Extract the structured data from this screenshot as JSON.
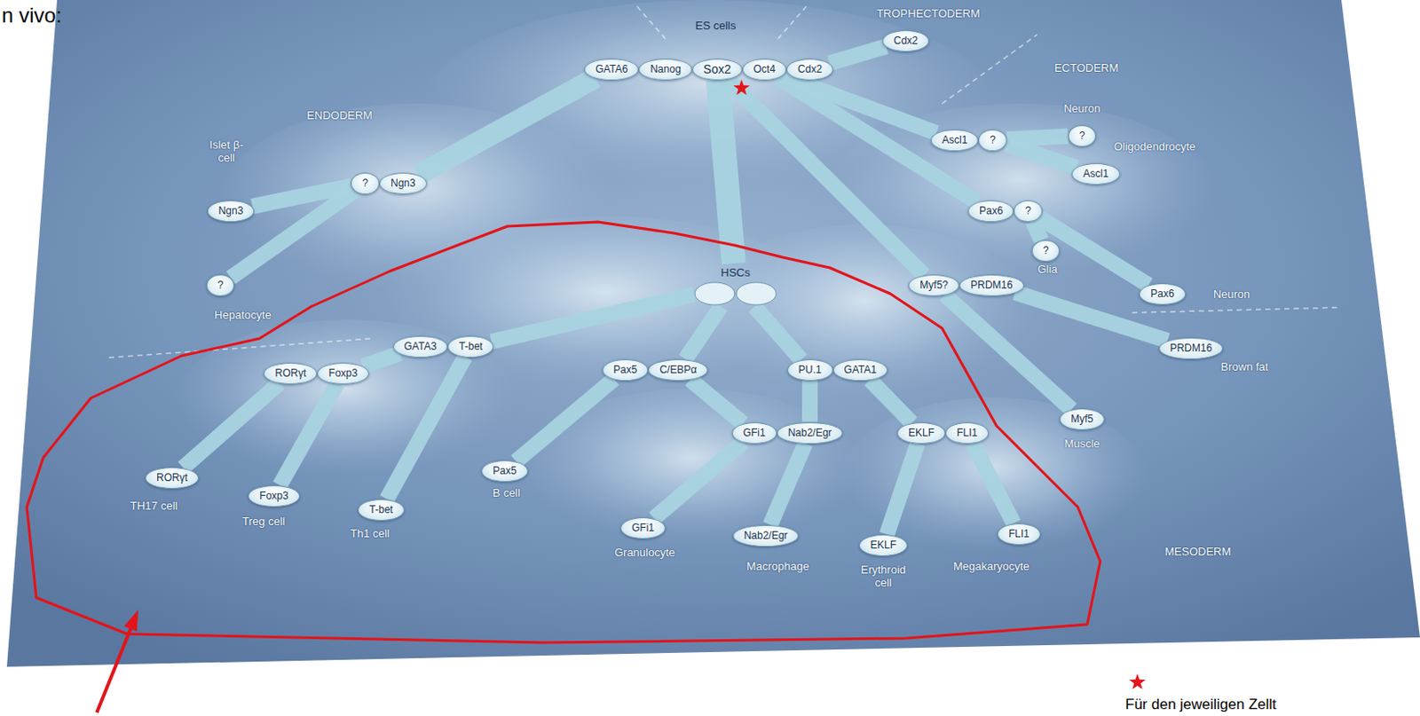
{
  "diagram": {
    "nodes": [
      {
        "text": [
          "GATA6"
        ]
      },
      {
        "text": [
          "Nanog"
        ]
      },
      {
        "text": [
          "Sox2"
        ]
      },
      {
        "text": [
          "Oct4"
        ]
      },
      {
        "text": [
          "Cdx2"
        ]
      },
      {
        "text": [
          "Cdx2"
        ]
      },
      {
        "text": [
          "?"
        ]
      },
      {
        "text": [
          "Ngn3"
        ]
      },
      {
        "text": [
          "Ngn3"
        ]
      },
      {
        "text": [
          "?"
        ]
      },
      {
        "text": [
          "Ascl1"
        ]
      },
      {
        "text": [
          "?"
        ]
      },
      {
        "text": [
          "?"
        ]
      },
      {
        "text": [
          "Ascl1"
        ]
      },
      {
        "text": [
          "Pax6"
        ]
      },
      {
        "text": [
          "?"
        ]
      },
      {
        "text": [
          "?"
        ]
      },
      {
        "text": [
          "Pax6"
        ]
      },
      {
        "text": [
          "HSCs"
        ]
      },
      {
        "text": [
          "Myf5?"
        ]
      },
      {
        "text": [
          "PRDM16"
        ]
      },
      {
        "text": [
          "PRDM16"
        ]
      },
      {
        "text": [
          "Myf5"
        ]
      },
      {
        "text": [
          "GATA3"
        ]
      },
      {
        "text": [
          "T-bet"
        ]
      },
      {
        "text": [
          "RORγt"
        ]
      },
      {
        "text": [
          "Foxp3"
        ]
      },
      {
        "text": [
          "Pax5"
        ]
      },
      {
        "text": [
          "C/EBPα"
        ]
      },
      {
        "text": [
          "PU.1"
        ]
      },
      {
        "text": [
          "GATA1"
        ]
      },
      {
        "text": [
          "GFi1"
        ]
      },
      {
        "text": [
          "Nab2/Egr"
        ]
      },
      {
        "text": [
          "EKLF"
        ]
      },
      {
        "text": [
          "FLI1"
        ]
      },
      {
        "text": [
          "RORγt"
        ]
      },
      {
        "text": [
          "Foxp3"
        ]
      },
      {
        "text": [
          "T-bet"
        ]
      },
      {
        "text": [
          "Pax5"
        ]
      },
      {
        "text": [
          "GFi1"
        ]
      },
      {
        "text": [
          "Nab2/Egr"
        ]
      },
      {
        "text": [
          "EKLF"
        ]
      },
      {
        "text": [
          "FLI1"
        ]
      }
    ],
    "edges": [
      {
        "from": 0,
        "to": 7,
        "arrow": "none"
      },
      {
        "from": 6,
        "to": 8,
        "arrow": "none"
      },
      {
        "from": 6,
        "to": 9,
        "arrow": "none"
      },
      {
        "from": 4,
        "to": 5,
        "arrow": "none"
      },
      {
        "from": 3,
        "to": 10,
        "arrow": "none"
      },
      {
        "from": 11,
        "to": 12,
        "arrow": "none"
      },
      {
        "from": 11,
        "to": 13,
        "arrow": "none"
      },
      {
        "from": 3,
        "to": 14,
        "arrow": "none"
      },
      {
        "from": 15,
        "to": 16,
        "arrow": "none"
      },
      {
        "from": 15,
        "to": 17,
        "arrow": "none"
      },
      {
        "from": 2,
        "to": 18,
        "arrow": "none"
      },
      {
        "from": 2,
        "to": 19,
        "arrow": "none"
      },
      {
        "from": 20,
        "to": 21,
        "arrow": "none"
      },
      {
        "from": 19,
        "to": 22,
        "arrow": "none"
      },
      {
        "from": 18,
        "to": 24,
        "arrow": "none"
      },
      {
        "from": 18,
        "to": 28,
        "arrow": "none"
      },
      {
        "from": 18,
        "to": 29,
        "arrow": "none"
      },
      {
        "from": 23,
        "to": 26,
        "arrow": "none"
      },
      {
        "from": 25,
        "to": 35,
        "arrow": "none"
      },
      {
        "from": 26,
        "to": 36,
        "arrow": "none"
      },
      {
        "from": 24,
        "to": 37,
        "arrow": "none"
      },
      {
        "from": 27,
        "to": 38,
        "arrow": "none"
      },
      {
        "from": 28,
        "to": 31,
        "arrow": "none"
      },
      {
        "from": 29,
        "to": 32,
        "arrow": "none"
      },
      {
        "from": 30,
        "to": 33,
        "arrow": "none"
      },
      {
        "from": 31,
        "to": 39,
        "arrow": "none"
      },
      {
        "from": 32,
        "to": 40,
        "arrow": "none"
      },
      {
        "from": 33,
        "to": 41,
        "arrow": "none"
      },
      {
        "from": 34,
        "to": 42,
        "arrow": "none"
      }
    ],
    "labels": [
      "n vivo:",
      "ES cells",
      "TROPHECTODERM",
      "ECTODERM",
      "ENDODERM",
      "Islet β-cell",
      "Hepatocyte",
      "Neuron",
      "Oligodendrocyte",
      "Glia",
      "Neuron",
      "Brown fat",
      "Muscle",
      "MESODERM",
      "TH17 cell",
      "Treg cell",
      "Th1 cell",
      "B cell",
      "Granulocyte",
      "Macrophage",
      "Erythroid cell",
      "Megakaryocyte",
      "Für den jeweiligen Zellt"
    ]
  }
}
